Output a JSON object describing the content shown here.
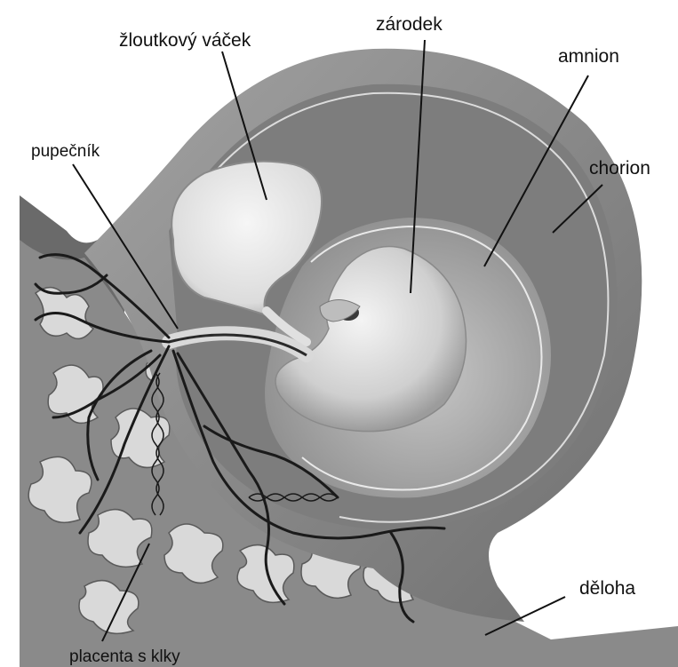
{
  "labels": {
    "yolk_sac": "žloutkový váček",
    "embryo": "zárodek",
    "amnion": "amnion",
    "chorion": "chorion",
    "umbilical_cord": "pupečník",
    "uterus": "děloha",
    "placenta": "placenta s klky"
  },
  "colors": {
    "uterus_wall": "#8c8c8c",
    "chorion_layer": "#7a7a7a",
    "amnion_cavity": "#b5b5b5",
    "yolk_sac": "#e6e6e6",
    "embryo": "#d8d8d8",
    "villi": "#c9c9c9",
    "vessels": "#1a1a1a"
  }
}
